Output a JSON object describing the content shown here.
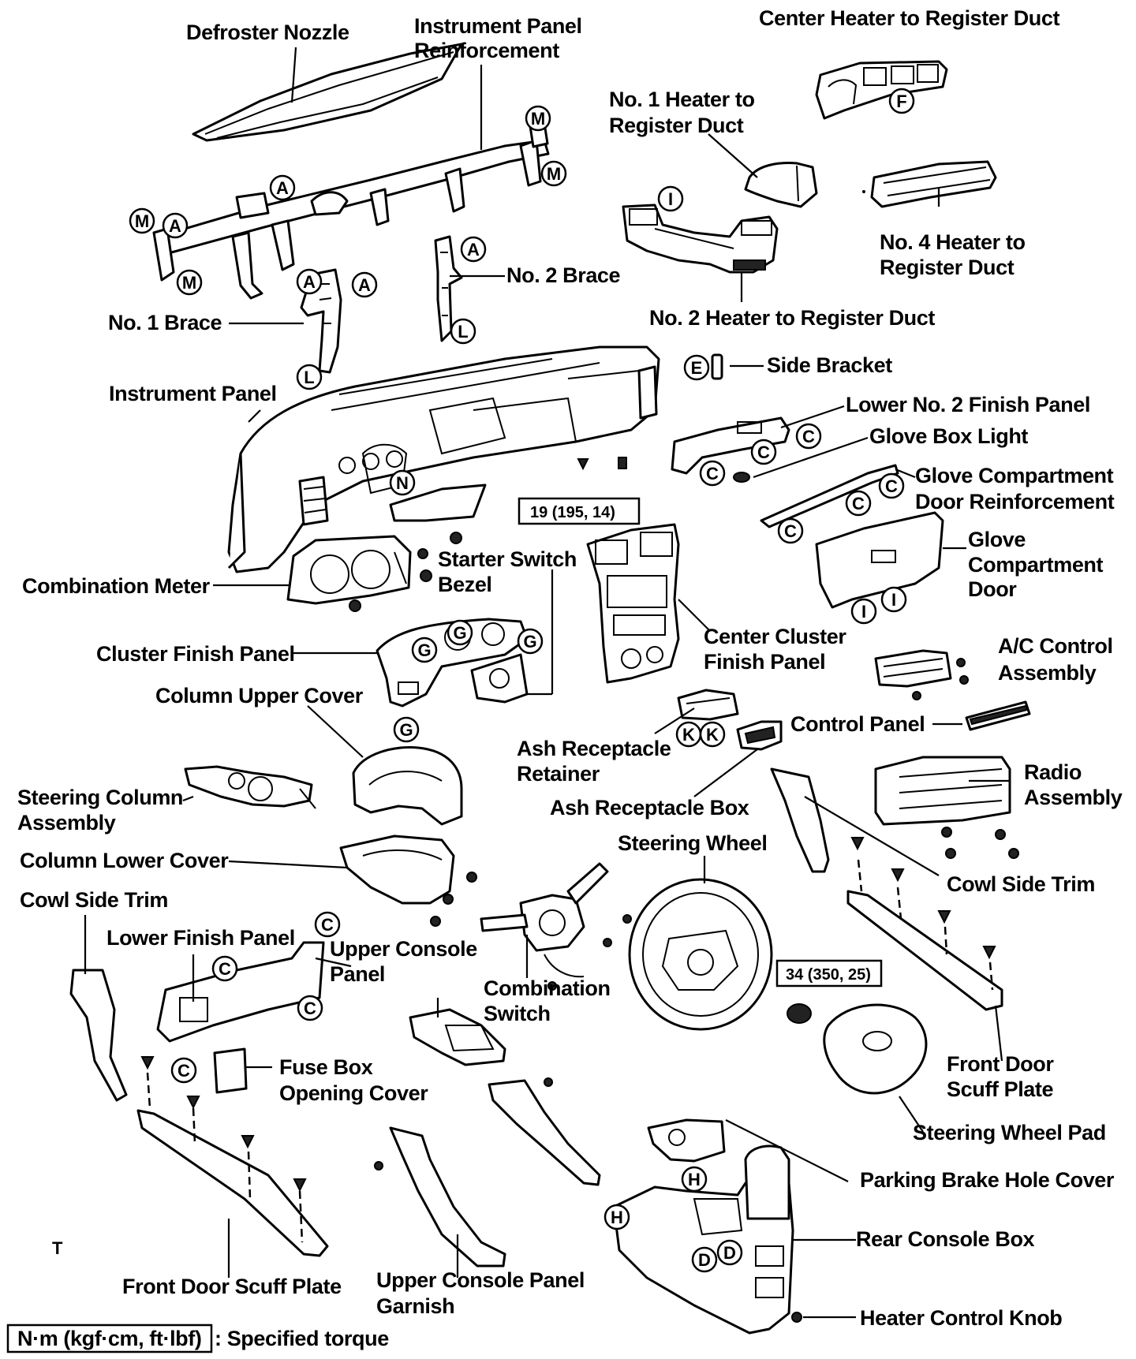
{
  "labels": {
    "defroster_nozzle": "Defroster Nozzle",
    "ip_reinforcement_1": "Instrument Panel",
    "ip_reinforcement_2": "Reinforcement",
    "center_heater_duct": "Center Heater to Register Duct",
    "no1_heater_duct_1": "No. 1 Heater to",
    "no1_heater_duct_2": "Register Duct",
    "no4_heater_duct_1": "No. 4 Heater to",
    "no4_heater_duct_2": "Register Duct",
    "no2_brace": "No. 2 Brace",
    "no2_heater_duct": "No. 2 Heater to Register Duct",
    "no1_brace": "No. 1 Brace",
    "side_bracket": "Side Bracket",
    "instrument_panel": "Instrument Panel",
    "lower_no2_finish_panel": "Lower No. 2 Finish Panel",
    "glove_box_light": "Glove Box Light",
    "glove_door_reinf_1": "Glove Compartment",
    "glove_door_reinf_2": "Door Reinforcement",
    "glove_door_1": "Glove",
    "glove_door_2": "Compartment",
    "glove_door_3": "Door",
    "starter_switch_1": "Starter Switch",
    "starter_switch_2": "Bezel",
    "combination_meter": "Combination Meter",
    "center_cluster_1": "Center Cluster",
    "center_cluster_2": "Finish Panel",
    "cluster_finish_panel": "Cluster Finish Panel",
    "ac_control_1": "A/C Control",
    "ac_control_2": "Assembly",
    "column_upper_cover": "Column Upper Cover",
    "control_panel": "Control Panel",
    "ash_retainer_1": "Ash Receptacle",
    "ash_retainer_2": "Retainer",
    "radio_1": "Radio",
    "radio_2": "Assembly",
    "steering_column_1": "Steering Column",
    "steering_column_2": "Assembly",
    "ash_box": "Ash Receptacle Box",
    "steering_wheel": "Steering Wheel",
    "column_lower_cover": "Column Lower Cover",
    "cowl_side_trim_right": "Cowl Side Trim",
    "cowl_side_trim_left": "Cowl Side Trim",
    "lower_finish_panel": "Lower Finish Panel",
    "upper_console_1": "Upper Console",
    "upper_console_2": "Panel",
    "combination_switch_1": "Combination",
    "combination_switch_2": "Switch",
    "front_door_scuff_right_1": "Front Door",
    "front_door_scuff_right_2": "Scuff Plate",
    "fuse_box_1": "Fuse Box",
    "fuse_box_2": "Opening Cover",
    "steering_wheel_pad": "Steering Wheel Pad",
    "parking_brake_cover": "Parking Brake Hole Cover",
    "rear_console_box": "Rear Console Box",
    "front_door_scuff_left": "Front Door Scuff Plate",
    "upper_console_garnish_1": "Upper Console Panel",
    "upper_console_garnish_2": "Garnish",
    "heater_control_knob": "Heater Control Knob",
    "corner_mark": "T"
  },
  "torque": {
    "t1": "19 (195, 14)",
    "t2": "34 (350, 25)",
    "legend_box": "N·m (kgf·cm, ft·lbf)",
    "legend_text": ": Specified torque"
  },
  "callouts": {
    "A": "A",
    "C": "C",
    "D": "D",
    "E": "E",
    "F": "F",
    "G": "G",
    "H": "H",
    "I": "I",
    "K": "K",
    "L": "L",
    "M": "M",
    "N": "N"
  }
}
